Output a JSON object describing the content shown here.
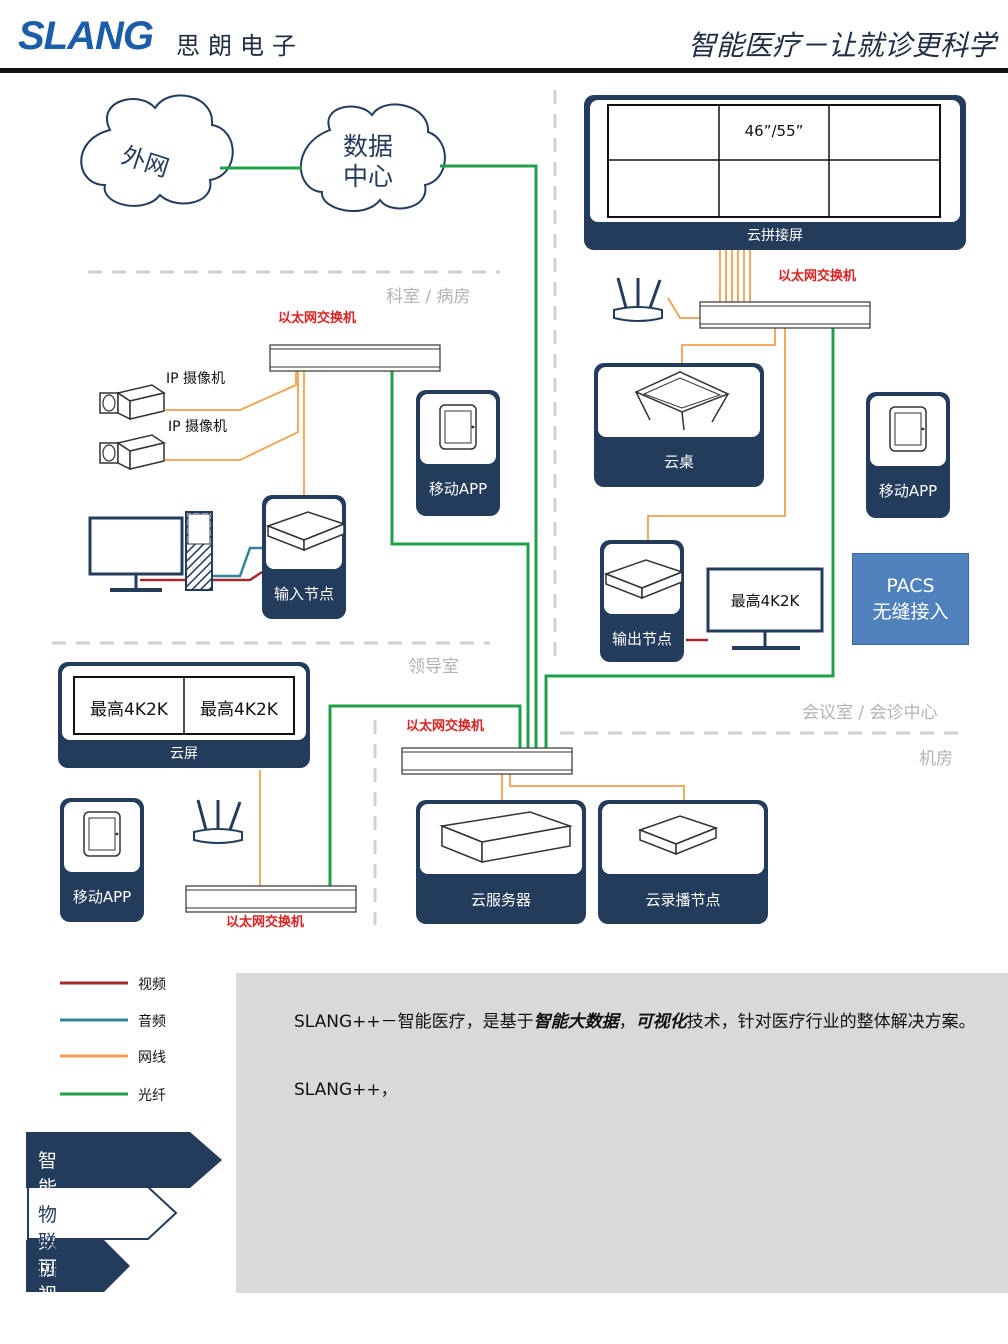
{
  "header": {
    "logo": "SLANG",
    "company": "思朗电子",
    "slogan": "智能医疗－让就诊更科学"
  },
  "clouds": {
    "external": "外网",
    "data_center_line1": "数据",
    "data_center_line2": "中心"
  },
  "zones": {
    "ward": "科室 / 病房",
    "leader": "领导室",
    "meeting": "会议室 / 会诊中心",
    "machine_room": "机房"
  },
  "switch_label": "以太网交换机",
  "devices": {
    "ip_camera": "IP 摄像机",
    "input_node": "输入节点",
    "mobile_app": "移动APP",
    "video_wall_size": "46”/55”",
    "video_wall": "云拼接屏",
    "cloud_desk": "云桌",
    "output_node": "输出节点",
    "monitor_res": "最高4K2K",
    "cloud_screen": "云屏",
    "cloud_server": "云服务器",
    "cloud_recorder": "云录播节点"
  },
  "pacs": {
    "line1": "PACS",
    "line2": "无缝接入"
  },
  "legend": [
    {
      "label": "视频",
      "color": "#a32a2a"
    },
    {
      "label": "音频",
      "color": "#31849b"
    },
    {
      "label": "网线",
      "color": "#f4a04c"
    },
    {
      "label": "光纤",
      "color": "#1fa14a"
    }
  ],
  "colors": {
    "navy": "#243c5c",
    "fiber": "#1fa14a",
    "ethernet": "#f4a04c",
    "video": "#a32a2a",
    "audio": "#31849b",
    "switch_label": "#e02020",
    "pacs": "#4f81bd"
  },
  "description": {
    "p1_part1": "SLANG++－智能医疗，是基于",
    "p1_bold1": "智能大数据",
    "p1_sep": "，",
    "p1_bold2": "可视化",
    "p1_part2": "技术，针对医疗行业的整体解决方案。",
    "p2": "SLANG++，"
  },
  "tags": [
    "智能大数据",
    "物联网",
    "可视化"
  ]
}
